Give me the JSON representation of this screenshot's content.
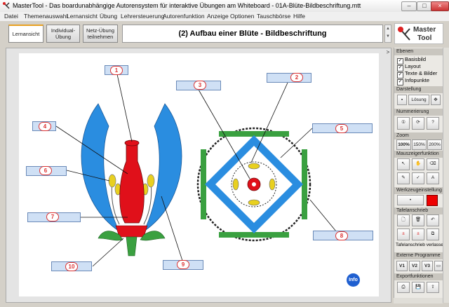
{
  "window": {
    "title": "MasterTool - Das boardunabhängige Autorensystem für interaktive Übungen am Whiteboard - 01A-Blüte-Bildbeschriftung.mtt",
    "minimize": "–",
    "maximize": "□",
    "close": "×"
  },
  "menu": [
    "Datei",
    "Themenauswahl",
    "Lernansicht",
    "Übung",
    "Lehrersteuerung",
    "Autorenfunktion",
    "Anzeige",
    "Optionen",
    "Tauschbörse",
    "Hilfe"
  ],
  "toolbar": {
    "btn_lernansicht": "Lernansicht",
    "btn_individual": "Individual-\nÜbung",
    "btn_netz": "Netz-Übung\nteilnehmen",
    "headline": "(2) Aufbau einer Blüte - Bildbeschriftung",
    "logo_line1": "Master",
    "logo_line2": "Tool"
  },
  "exercise": {
    "labels": [
      "1",
      "2",
      "3",
      "4",
      "5",
      "6",
      "7",
      "8",
      "9",
      "10"
    ],
    "info": "Info",
    "colors": {
      "petal": "#2a8de0",
      "pistil": "#e0101a",
      "stamen": "#e8d020",
      "sepal": "#3aa040",
      "label_fill": "#cfe0f5",
      "number": "#d33333"
    }
  },
  "panel": {
    "ebenen_title": "Ebenen",
    "layers": [
      {
        "label": "Basisbild",
        "checked": true
      },
      {
        "label": "Layout",
        "checked": true
      },
      {
        "label": "Texte & Bilder",
        "checked": true
      },
      {
        "label": "Infopunkte",
        "checked": true
      }
    ],
    "darstellung_title": "Darstellung",
    "loesung": "Lösung",
    "nummerierung_title": "Nummerierung",
    "zoom_title": "Zoom",
    "zoom_options": [
      "100%",
      "150%",
      "200%"
    ],
    "mauszeiger_title": "Mauszeigerfunktion",
    "werkzeug_title": "Werkzeugeinstellung",
    "tafel_title": "Tafelanschrieb",
    "tafel_text": "Tafelanschrieb verlasse",
    "extern_title": "Externe Programme",
    "extern_buttons": [
      "V1",
      "V2",
      "V3"
    ],
    "export_title": "Exportfunktionen"
  }
}
